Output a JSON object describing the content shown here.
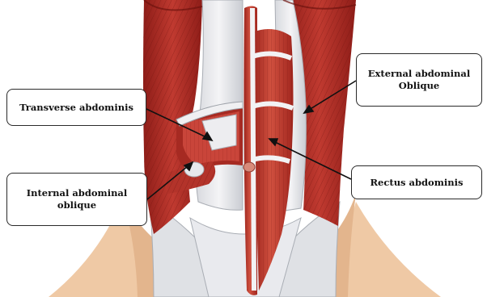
{
  "labels": {
    "transverse": {
      "text": "Transverse abdominis"
    },
    "external": {
      "line1": "External abdominal",
      "line2": "Oblique"
    },
    "internal": {
      "line1": "Internal abdominal",
      "line2": "oblique"
    },
    "rectus": {
      "text": "Rectus abdominis"
    }
  },
  "colors": {
    "muscle_dark": "#8e1d18",
    "muscle_mid": "#b52e27",
    "muscle_light": "#cf4d40",
    "fascia": "#e6e6e6",
    "fascia_shadow": "#b9bcc2",
    "skin": "#efc9a5",
    "skin_shadow": "#d9a67c",
    "leader_line": "#111111"
  }
}
